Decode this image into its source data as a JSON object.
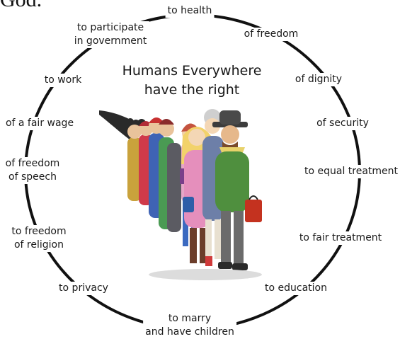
{
  "header_fragment": "God.",
  "center_title": {
    "line1": "Humans Everywhere",
    "line2": "have the right"
  },
  "rights": {
    "health": "to health",
    "freedom": "of freedom",
    "dignity": "of dignity",
    "security": "of security",
    "equal_treatment": "to equal treatment",
    "fair_treatment": "to fair treatment",
    "education": "to education",
    "marry": {
      "line1": "to marry",
      "line2": "and have children"
    },
    "privacy": "to privacy",
    "religion": {
      "line1": "to freedom",
      "line2": "of religion"
    },
    "speech": {
      "line1": "of freedom",
      "line2": "of speech"
    },
    "fair_wage": "of a fair wage",
    "work": "to work",
    "participate": {
      "line1": "to participate",
      "line2": "in government"
    }
  },
  "colors": {
    "ring": "#111111",
    "text": "#1a1a1a"
  }
}
